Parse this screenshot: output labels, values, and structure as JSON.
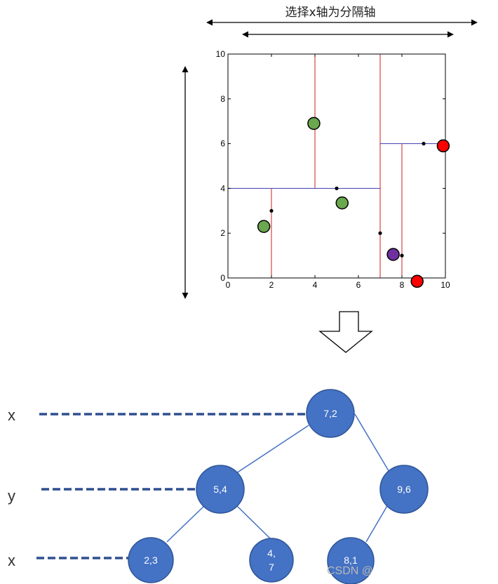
{
  "title": "选择x轴为分隔轴",
  "plot": {
    "xlim": [
      0,
      10
    ],
    "ylim": [
      0,
      10
    ],
    "x_ticks": [
      "0",
      "2",
      "4",
      "6",
      "8",
      "10"
    ],
    "y_ticks": [
      "0",
      "2",
      "4",
      "6",
      "8",
      "10"
    ],
    "points": [
      [
        2,
        3
      ],
      [
        5,
        4
      ],
      [
        7,
        2
      ],
      [
        8,
        1
      ],
      [
        9,
        6
      ]
    ],
    "vertical_splits": [
      {
        "x": 7,
        "y0": 0,
        "y1": 10
      },
      {
        "x": 4,
        "y0": 4,
        "y1": 10
      },
      {
        "x": 2,
        "y0": 0,
        "y1": 4
      },
      {
        "x": 8,
        "y0": 0,
        "y1": 6
      }
    ],
    "horizontal_splits": [
      {
        "y": 4,
        "x0": 0,
        "x1": 7
      },
      {
        "y": 6,
        "x0": 7,
        "x1": 10
      }
    ],
    "colors": {
      "vertical": "#cc2222",
      "horizontal": "#3a3ab0"
    }
  },
  "markers": [
    {
      "x": 1.65,
      "y": 2.3,
      "color": "#6aa84f"
    },
    {
      "x": 3.95,
      "y": 6.9,
      "color": "#6aa84f"
    },
    {
      "x": 5.25,
      "y": 3.35,
      "color": "#6aa84f"
    },
    {
      "x": 7.6,
      "y": 1.05,
      "color": "#7030a0"
    },
    {
      "x": 9.9,
      "y": 5.9,
      "color": "#ff0000"
    },
    {
      "x": 8.7,
      "y": -0.15,
      "color": "#ff0000"
    }
  ],
  "tree": {
    "node_color": "#4472c4",
    "edge_color": "#4472c4",
    "levels": [
      "x",
      "y",
      "x"
    ],
    "nodes": {
      "n72": {
        "lines": [
          "7,2"
        ]
      },
      "n54": {
        "lines": [
          "5,4"
        ]
      },
      "n96": {
        "lines": [
          "9,6"
        ]
      },
      "n23": {
        "lines": [
          "2,3"
        ]
      },
      "n47": {
        "lines": [
          "4,",
          "7"
        ]
      },
      "n81": {
        "lines": [
          "8,1"
        ]
      }
    }
  },
  "watermark": "CSDN @"
}
